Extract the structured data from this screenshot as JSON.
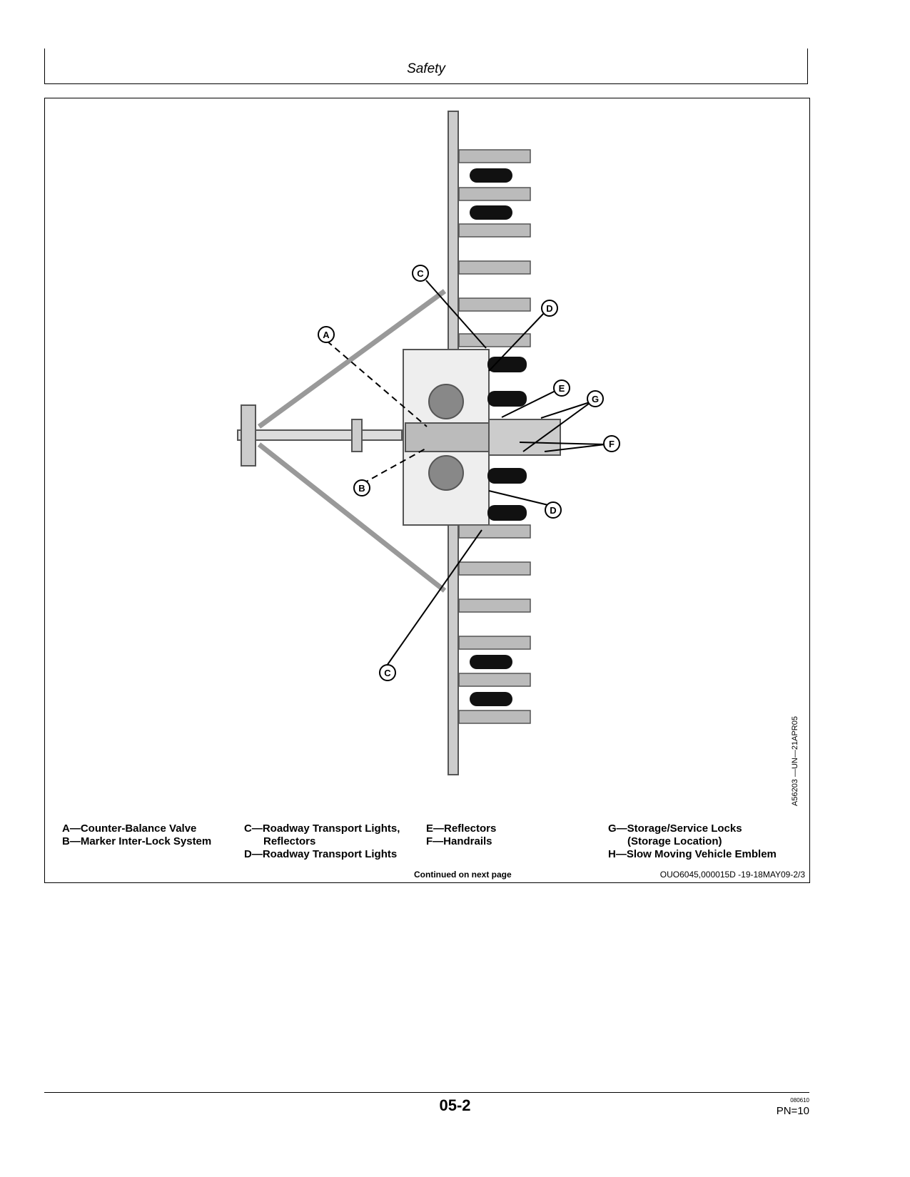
{
  "header": {
    "title": "Safety"
  },
  "figure": {
    "id": "A56203 —UN—21APR05",
    "callouts": [
      "A",
      "B",
      "C",
      "C",
      "D",
      "D",
      "E",
      "F",
      "G"
    ]
  },
  "legend": {
    "col1": [
      "A—Counter-Balance Valve",
      "B—Marker Inter-Lock System"
    ],
    "col2": [
      "C—Roadway Transport Lights,",
      "Reflectors",
      "D—Roadway Transport Lights"
    ],
    "col3": [
      "E—Reflectors",
      "F—Handrails"
    ],
    "col4": [
      "G—Storage/Service Locks",
      "(Storage Location)",
      "H—Slow Moving Vehicle Emblem"
    ]
  },
  "continued": "Continued on next page",
  "ref_code": "OUO6045,000015D -19-18MAY09-2/3",
  "footer": {
    "page_number": "05-2",
    "date_code": "080610",
    "pn": "PN=10"
  }
}
